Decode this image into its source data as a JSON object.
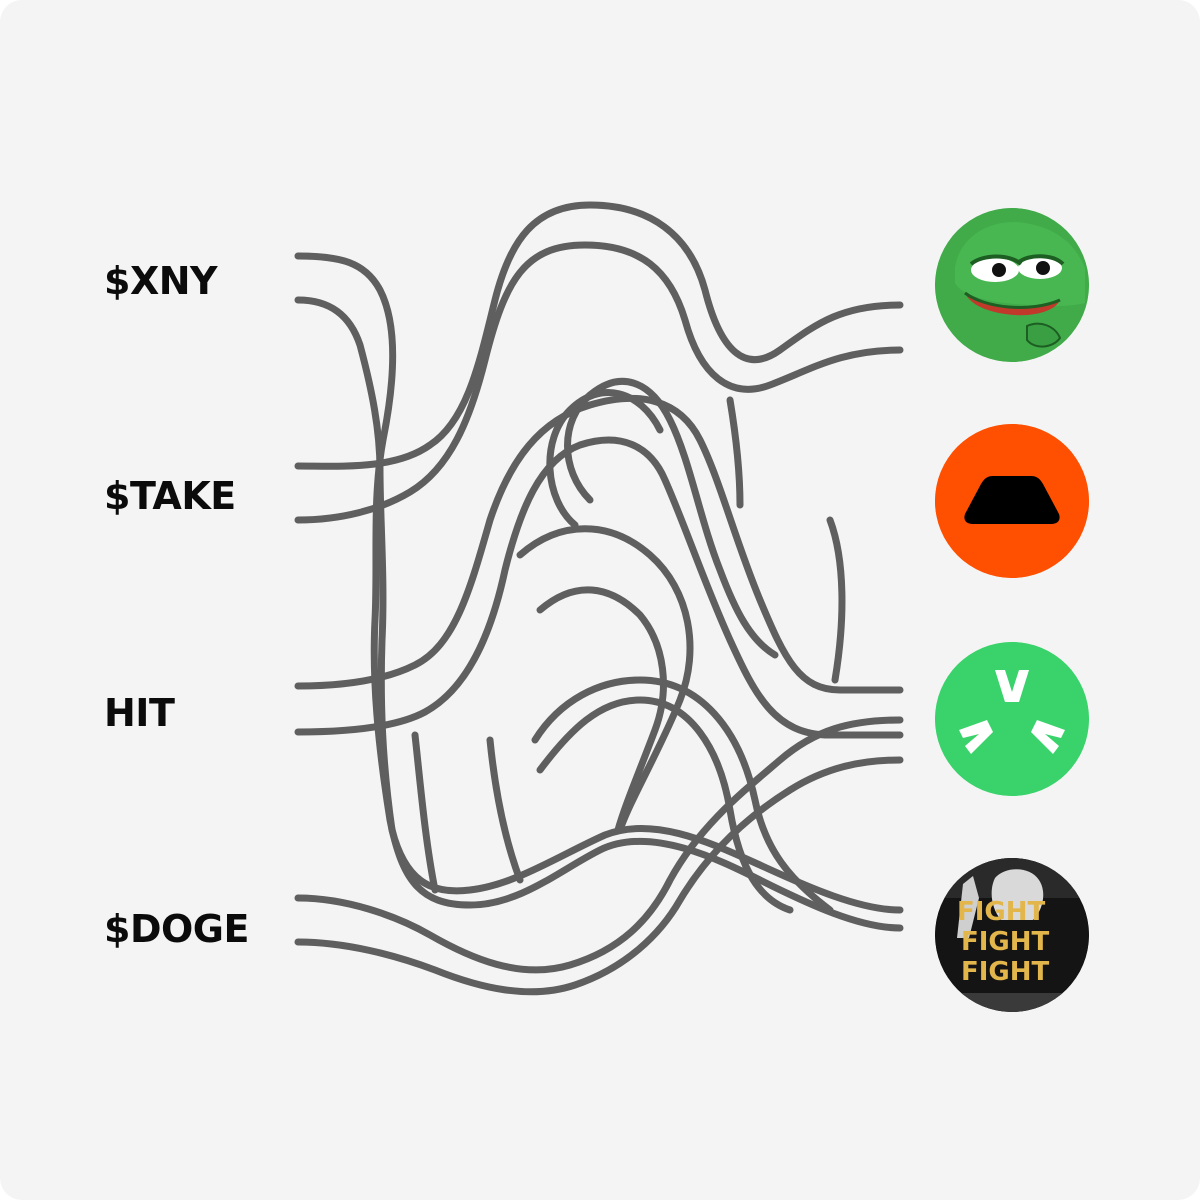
{
  "puzzle": {
    "tickers": [
      {
        "label": "$XNY"
      },
      {
        "label": "$TAKE"
      },
      {
        "label": "HIT"
      },
      {
        "label": "$DOGE"
      }
    ],
    "avatars": [
      {
        "name": "pepe-frog-icon",
        "color": "#3fae49"
      },
      {
        "name": "trapezoid-icon",
        "color": "#ff4f00"
      },
      {
        "name": "burst-icon",
        "color": "#3bd36a"
      },
      {
        "name": "fight-poster-icon",
        "color": "#111111",
        "text": "FIGHT"
      }
    ]
  }
}
